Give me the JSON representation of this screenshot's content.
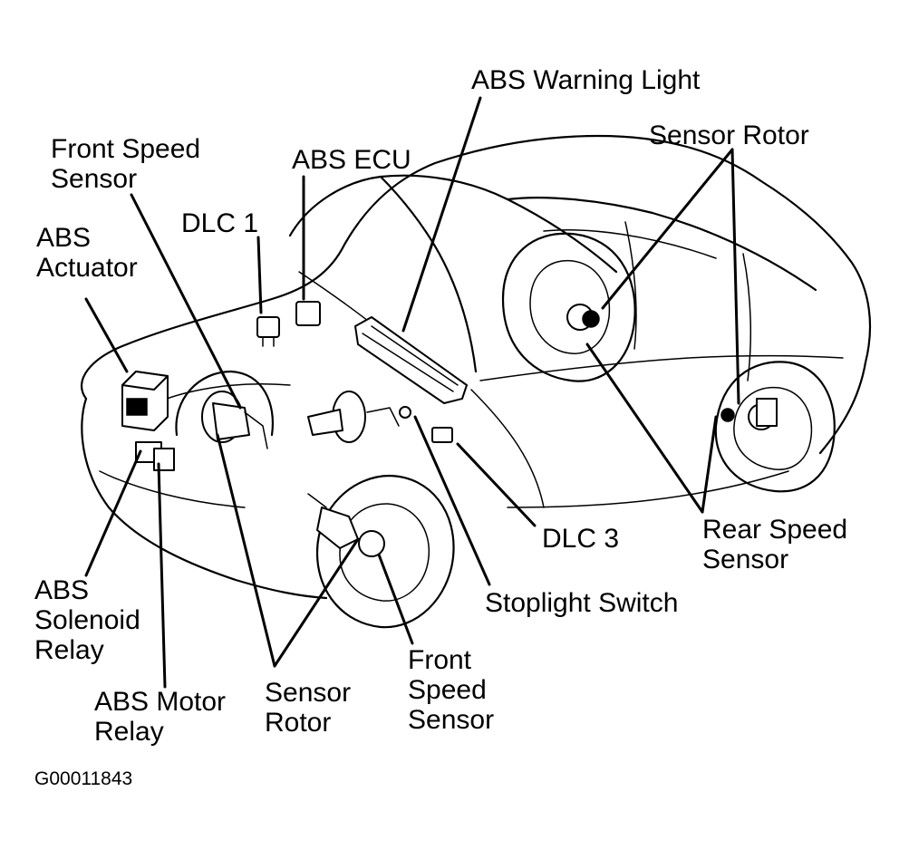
{
  "labels": {
    "abs_warning_light": "ABS Warning Light",
    "front_speed_sensor_top": "Front Speed\nSensor",
    "abs_ecu": "ABS ECU",
    "sensor_rotor_top": "Sensor Rotor",
    "dlc1": "DLC 1",
    "abs_actuator": "ABS\nActuator",
    "rear_speed_sensor": "Rear Speed\nSensor",
    "dlc3": "DLC 3",
    "abs_solenoid_relay": "ABS\nSolenoid\nRelay",
    "stoplight_switch": "Stoplight Switch",
    "front_speed_sensor_bottom": "Front\nSpeed\nSensor",
    "sensor_rotor_bottom": "Sensor\nRotor",
    "abs_motor_relay": "ABS Motor\nRelay"
  },
  "figure_code": "G00011843",
  "colors": {
    "ink": "#000000",
    "paper": "#ffffff"
  }
}
